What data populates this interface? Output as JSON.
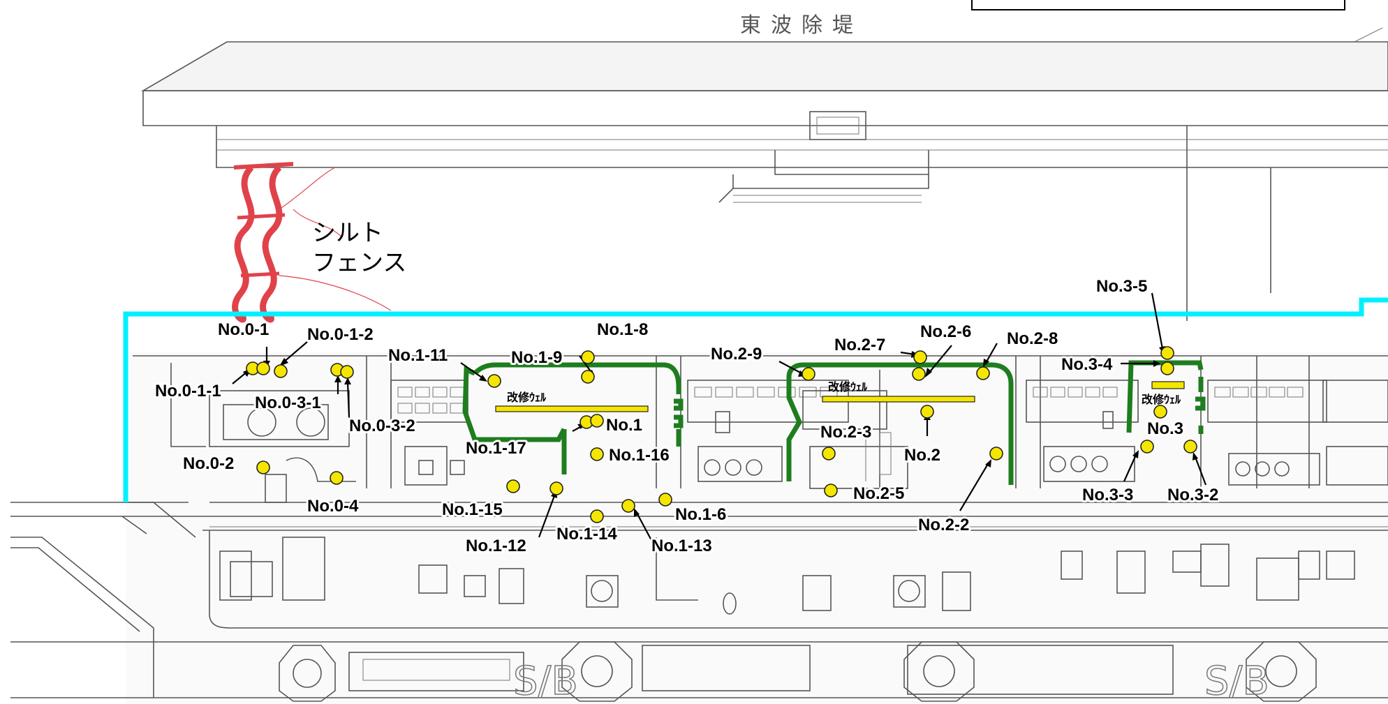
{
  "map": {
    "breakwater_label": "東波除堤",
    "silt_fence_label_line1": "シルト",
    "silt_fence_label_line2": "フェンス",
    "well_label": "改修ｳｪﾙ",
    "sb_label": "S/B",
    "colors": {
      "sample_point": "#f5e600",
      "silt_fence": "#e0424a",
      "boundary": "#00f0ff",
      "green_line": "#1e7d1e",
      "well_bar": "#f5e600"
    },
    "points": [
      {
        "id": "No.0-1"
      },
      {
        "id": "No.0-1-1"
      },
      {
        "id": "No.0-1-2"
      },
      {
        "id": "No.0-3-1"
      },
      {
        "id": "No.0-3-2"
      },
      {
        "id": "No.0-2"
      },
      {
        "id": "No.0-4"
      },
      {
        "id": "No.1-11"
      },
      {
        "id": "No.1-9"
      },
      {
        "id": "No.1-8"
      },
      {
        "id": "No.1"
      },
      {
        "id": "No.1-17"
      },
      {
        "id": "No.1-16"
      },
      {
        "id": "No.1-15"
      },
      {
        "id": "No.1-12"
      },
      {
        "id": "No.1-14"
      },
      {
        "id": "No.1-13"
      },
      {
        "id": "No.1-6"
      },
      {
        "id": "No.2-9"
      },
      {
        "id": "No.2-7"
      },
      {
        "id": "No.2-6"
      },
      {
        "id": "No.2-8"
      },
      {
        "id": "No.2-3"
      },
      {
        "id": "No.2"
      },
      {
        "id": "No.2-5"
      },
      {
        "id": "No.2-2"
      },
      {
        "id": "No.3-5"
      },
      {
        "id": "No.3-4"
      },
      {
        "id": "No.3"
      },
      {
        "id": "No.3-3"
      },
      {
        "id": "No.3-2"
      }
    ]
  }
}
